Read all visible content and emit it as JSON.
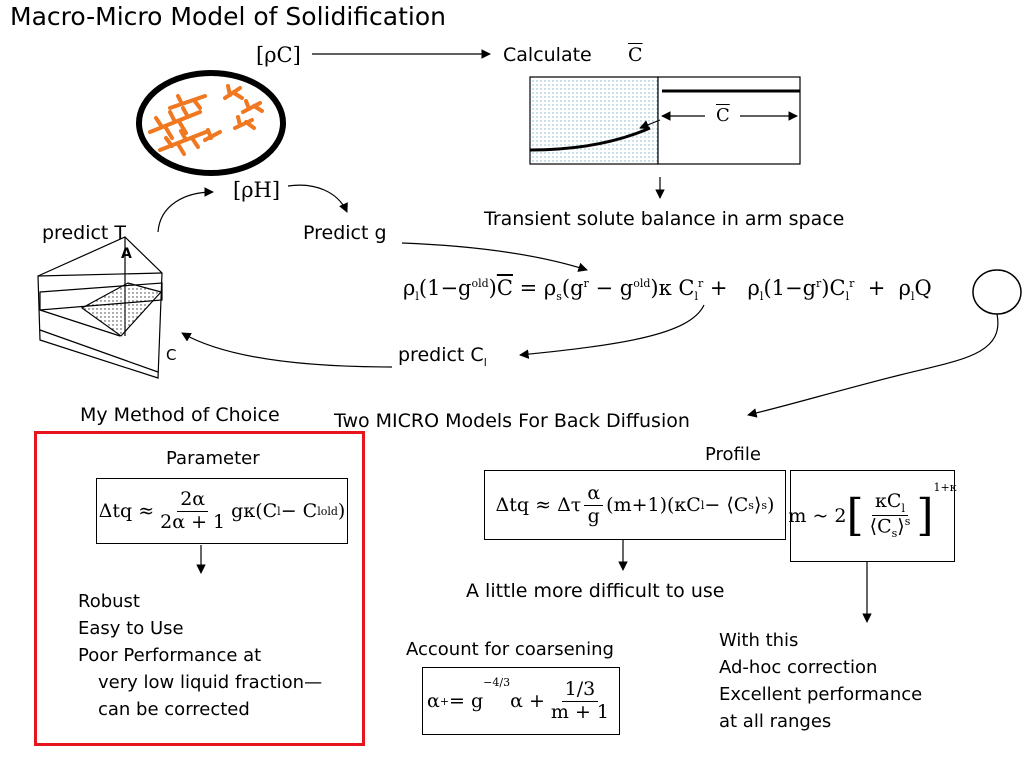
{
  "title": "Macro-Micro Model of Solidification",
  "labels": {
    "rho_c": "[ρC]",
    "calculate": "Calculate",
    "c_bar": "C",
    "rho_h": "[ρH]",
    "predict_t": "predict T",
    "predict_g": "Predict g",
    "transient": "Transient solute balance in arm space",
    "corner_a": "A",
    "corner_c": "C",
    "predict_cl_main": "predict C",
    "predict_cl_sub": "l",
    "my_method": "My Method of Choice",
    "two_micro": "Two MICRO Models For Back Diffusion",
    "parameter": "Parameter",
    "profile": "Profile",
    "little_more": "A little more difficult to use",
    "account": "Account for coarsening"
  },
  "equations": {
    "solute_balance": "ρl(1−gold)C̄ = ρs(gr−gold)κ Clr + ρl(1−gr)Clr + ρlQ",
    "parameter": "Δtq ≈ 2α/(2α+1) gκ(Cl − Clold)",
    "profile": "Δtq ≈ Δτ α/g (m+1)(κCl − ⟨Cs⟩s)",
    "m_relation": "m ~ 2 [κCl / ⟨Cs⟩s]^(1+κ)",
    "coarsening": "α+ = g^(−4/3) α + (1/3)/(m+1)"
  },
  "lists": {
    "left": [
      "Robust",
      "Easy to Use",
      "Poor Performance at",
      "very low liquid fraction—",
      "can be corrected"
    ],
    "right": [
      "With this",
      "Ad-hoc correction",
      "Excellent performance",
      "at all ranges"
    ]
  },
  "colors": {
    "accent_red": "#e8141b",
    "dendrite_orange": "#f07820",
    "dot_fill": "#7fb2c9"
  }
}
